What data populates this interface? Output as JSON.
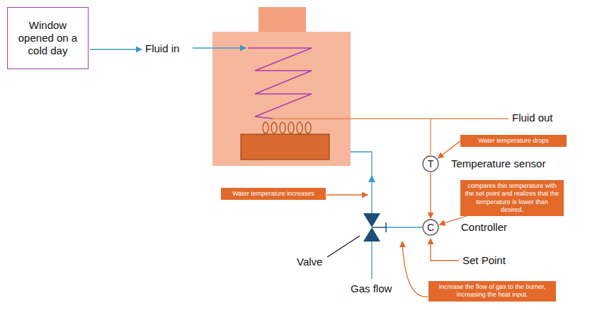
{
  "diagram": {
    "nodes": [
      {
        "text": [
          "Window opened on a cold day"
        ]
      },
      {
        "text": [
          "Water temperature drops"
        ]
      },
      {
        "text": [
          "T"
        ]
      },
      {
        "text": [
          "compares this temperature with the set point and realizes that the temperature is lower than desired."
        ]
      },
      {
        "text": [
          "C"
        ]
      },
      {
        "text": [
          "Water temperature increases"
        ]
      },
      {
        "text": [
          "Increase the flow of gas to the burner, increasing the heat input."
        ]
      }
    ],
    "edges": [
      {
        "from": 1,
        "to": 2,
        "arrow": "to"
      },
      {
        "from": 2,
        "to": 4,
        "arrow": "to"
      },
      {
        "from": 3,
        "to": 4,
        "arrow": "to"
      }
    ],
    "labels": [
      "Fluid in",
      "Fluid out",
      "Temperature sensor",
      "Controller",
      "Set Point",
      "Valve",
      "Gas flow"
    ]
  }
}
